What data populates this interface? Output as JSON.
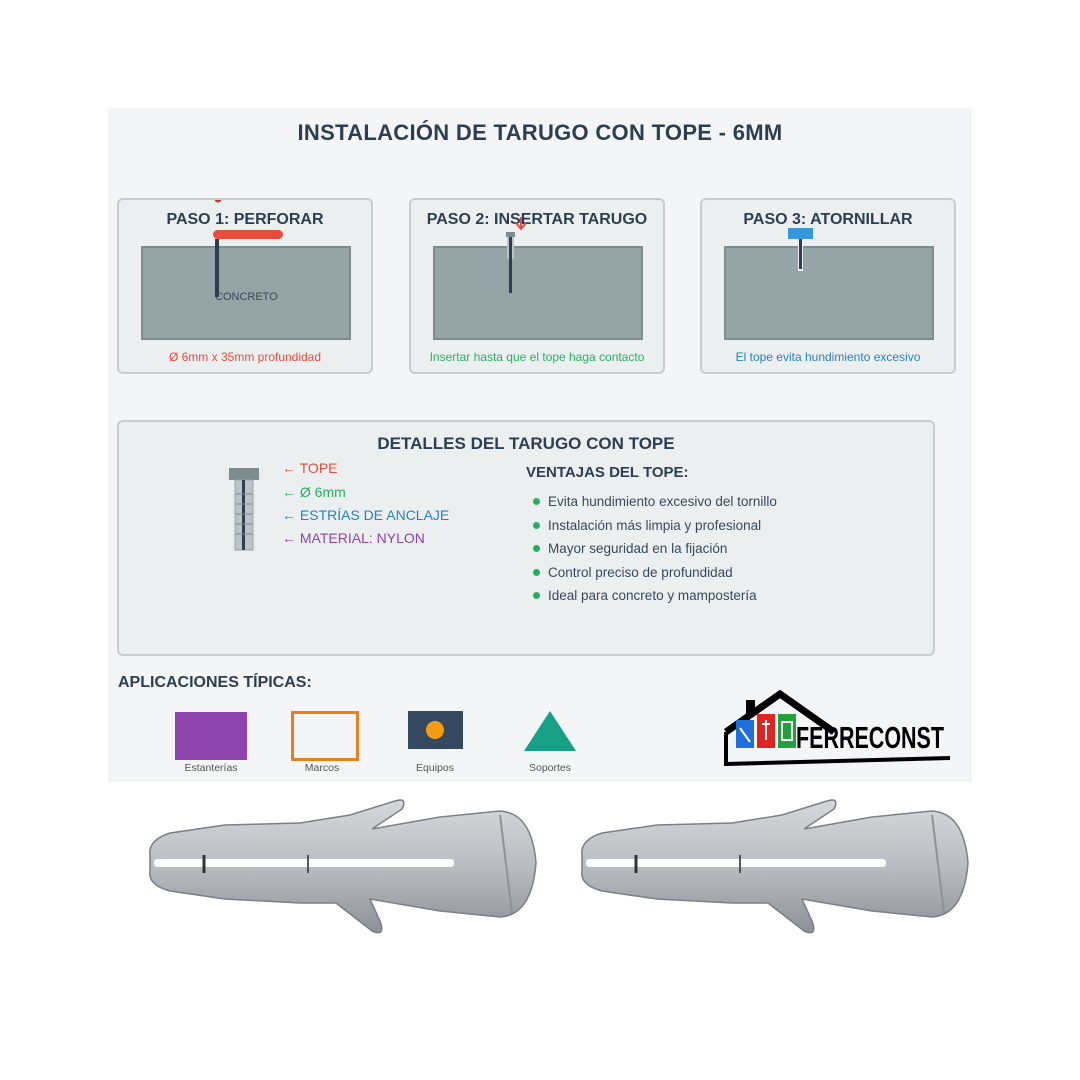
{
  "title": "INSTALACIÓN DE TARUGO CON TOPE - 6MM",
  "steps": [
    {
      "title": "PASO 1: PERFORAR",
      "caption": "Ø 6mm x 35mm profundidad",
      "caption_color": "#e74c3c",
      "inner_label": "CONCRETO"
    },
    {
      "title": "PASO 2: INSERTAR TARUGO",
      "caption": "Insertar hasta que el tope haga contacto",
      "caption_color": "#27ae60"
    },
    {
      "title": "PASO 3: ATORNILLAR",
      "caption": "El tope evita hundimiento excesivo",
      "caption_color": "#2980b9"
    }
  ],
  "details": {
    "title": "DETALLES DEL TARUGO CON TOPE",
    "labels": [
      {
        "text": "← TOPE",
        "color": "#e74c3c"
      },
      {
        "text": "← Ø 6mm",
        "color": "#27ae60"
      },
      {
        "text": "← ESTRÍAS DE ANCLAJE",
        "color": "#2980b9"
      },
      {
        "text": "← MATERIAL: NYLON",
        "color": "#8e44ad"
      }
    ],
    "advantages_title": "VENTAJAS DEL TOPE:",
    "advantages": [
      "Evita hundimiento excesivo del tornillo",
      "Instalación más limpia y profesional",
      "Mayor seguridad en la fijación",
      "Control preciso de profundidad",
      "Ideal para concreto y mampostería"
    ]
  },
  "applications": {
    "title": "APLICACIONES TÍPICAS:",
    "items": [
      {
        "label": "Estanterías",
        "icon": "purple-square-icon"
      },
      {
        "label": "Marcos",
        "icon": "orange-frame-icon"
      },
      {
        "label": "Equipos",
        "icon": "equipment-box-icon"
      },
      {
        "label": "Soportes",
        "icon": "green-triangle-icon"
      }
    ]
  },
  "brand": {
    "name": "FERRECONST"
  },
  "colors": {
    "red": "#e74c3c",
    "green": "#27ae60",
    "blue": "#3498db",
    "purple": "#8e44ad",
    "orange": "#e67e22",
    "dark": "#2c3e50",
    "concrete": "#95a5a6"
  }
}
